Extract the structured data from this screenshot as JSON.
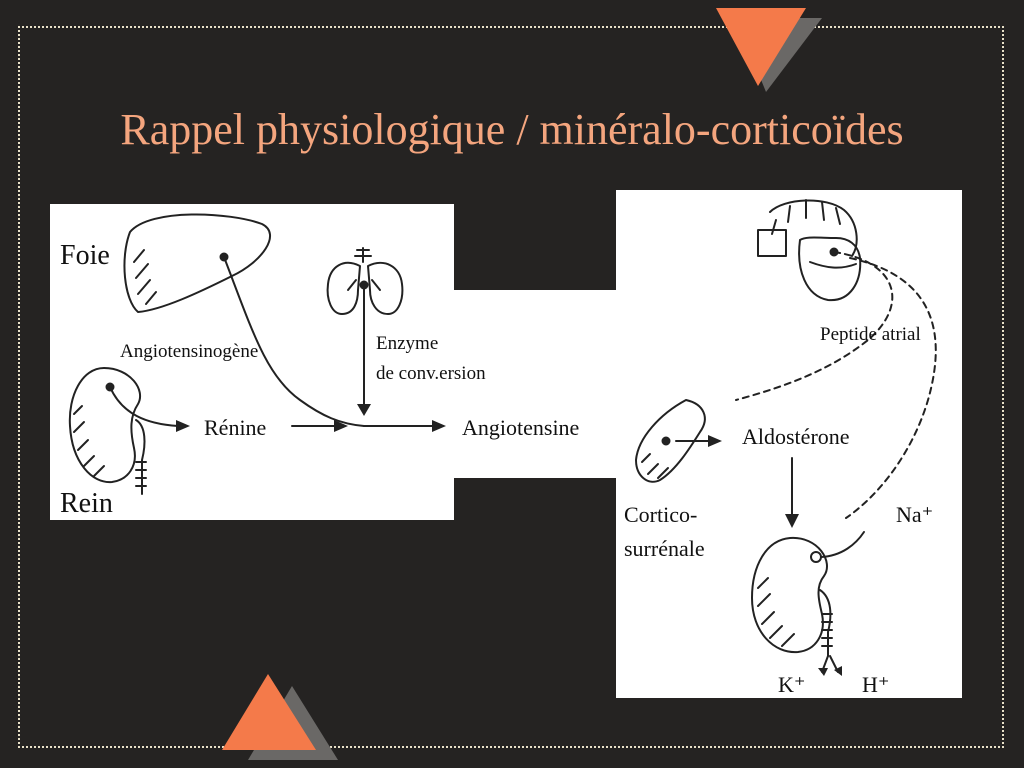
{
  "slide": {
    "title": "Rappel physiologique / minéralo-corticoïdes"
  },
  "colors": {
    "background": "#252322",
    "accent": "#f47a4a",
    "accent_shadow": "#6a6866",
    "title": "#f4a57e",
    "panel": "#ffffff",
    "frame_dots": "#e8e0c8"
  },
  "left_diagram": {
    "liver_label": "Foie",
    "kidney_label": "Rein",
    "angiotensinogen_label": "Angiotensinogène",
    "enzyme_label_line1": "Enzyme",
    "enzyme_label_line2": "de conv.ersion",
    "renin_label": "Rénine",
    "angiotensin_label": "Angiotensine"
  },
  "right_diagram": {
    "atrial_peptide_label": "Peptide atrial",
    "aldosterone_label": "Aldostérone",
    "adrenal_label_line1": "Cortico-",
    "adrenal_label_line2": "surrénale",
    "sodium_label": "Na⁺",
    "potassium_label": "K⁺",
    "hydrogen_label": "H⁺"
  }
}
